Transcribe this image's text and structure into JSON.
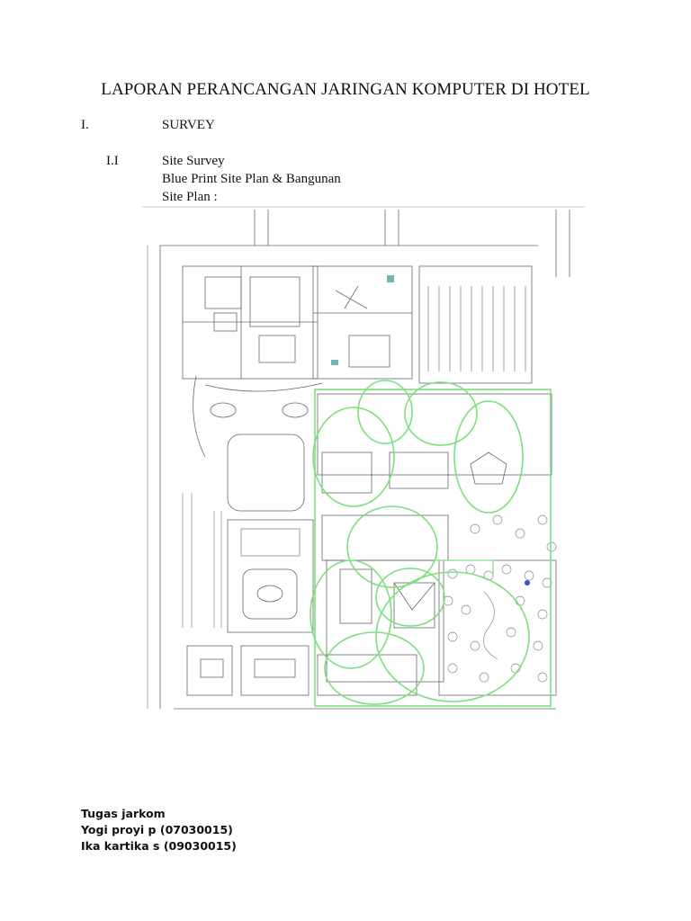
{
  "document": {
    "title": "LAPORAN PERANCANGAN JARINGAN KOMPUTER DI HOTEL",
    "section": {
      "number": "I.",
      "heading": "SURVEY"
    },
    "subsection": {
      "number": "I.I",
      "lines": [
        "Site Survey",
        "Blue Print Site Plan & Bangunan",
        "Site Plan :"
      ]
    }
  },
  "figure": {
    "description": "site-plan-blueprint",
    "coverage_color": "#7ddf7d",
    "line_color": "#555555",
    "tree_color": "#8a8a8a"
  },
  "footer": {
    "lines": [
      "Tugas jarkom",
      "Yogi proyi p (07030015)",
      "Ika kartika s (09030015)"
    ]
  }
}
